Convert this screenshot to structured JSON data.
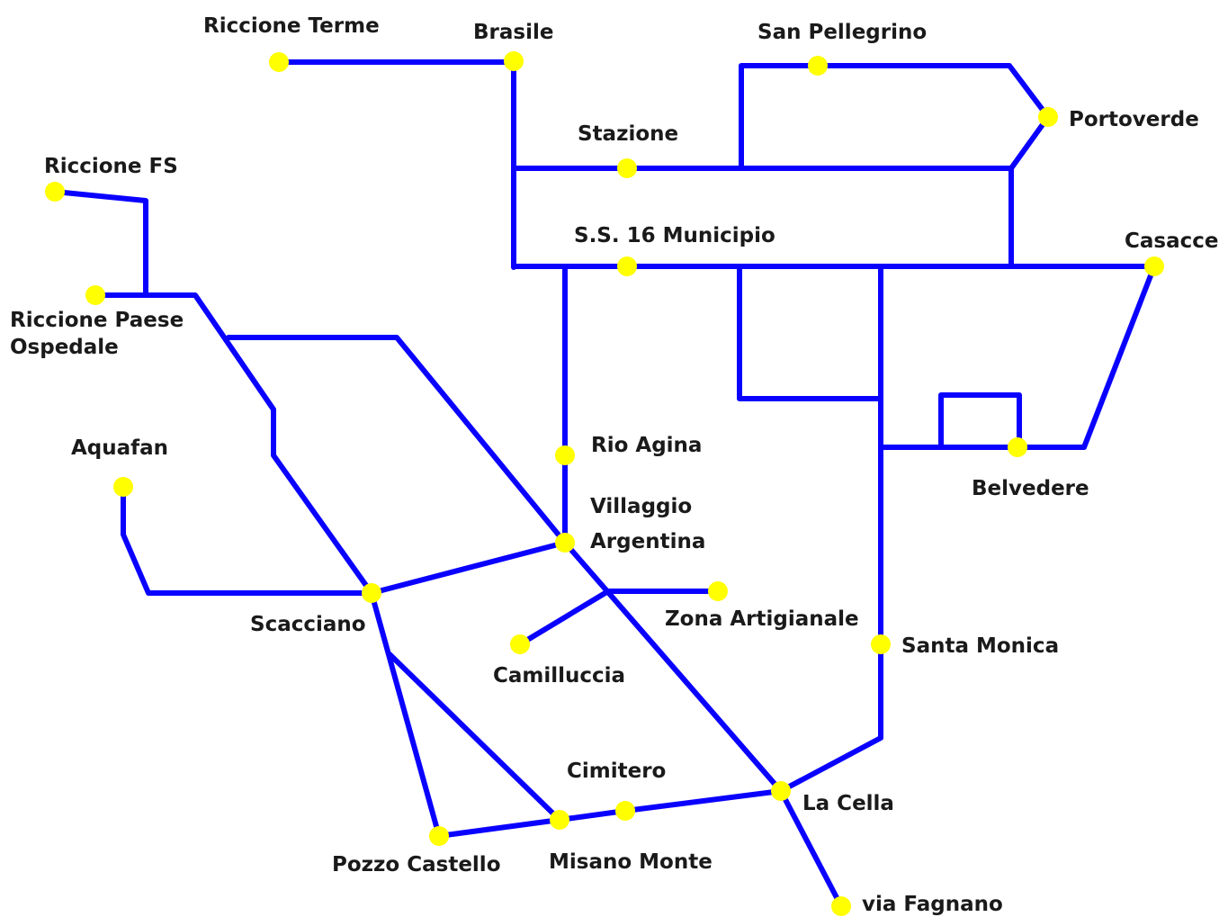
{
  "colors": {
    "route_line": "#0a00ff",
    "stop_fill": "#ffff00",
    "label_text": "#1a1a1a",
    "background": "#ffffff"
  },
  "stops": {
    "riccione_terme": "Riccione Terme",
    "brasile": "Brasile",
    "san_pellegrino": "San Pellegrino",
    "portoverde": "Portoverde",
    "stazione": "Stazione",
    "riccione_fs": "Riccione FS",
    "ss16_municipio": "S.S. 16 Municipio",
    "casacce": "Casacce",
    "riccione_paese_line1": "Riccione Paese",
    "riccione_paese_line2": "Ospedale",
    "aquafan": "Aquafan",
    "rio_agina": "Rio Agina",
    "belvedere": "Belvedere",
    "villaggio_argentina_line1": "Villaggio",
    "villaggio_argentina_line2": "Argentina",
    "zona_artigianale": "Zona Artigianale",
    "scacciano": "Scacciano",
    "camilluccia": "Camilluccia",
    "santa_monica": "Santa Monica",
    "cimitero": "Cimitero",
    "la_cella": "La Cella",
    "pozzo_castello": "Pozzo Castello",
    "misano_monte": "Misano Monte",
    "via_fagnano": "via Fagnano"
  }
}
